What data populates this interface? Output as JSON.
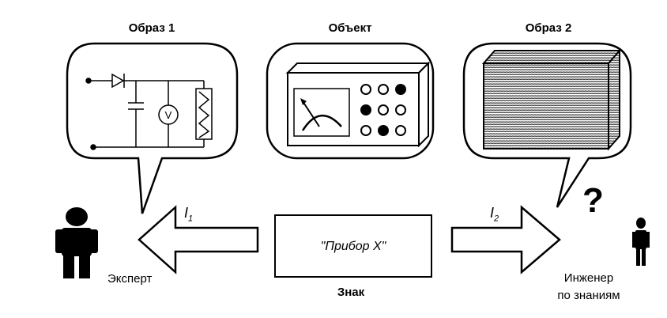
{
  "labels": {
    "image1": "Образ 1",
    "object": "Объект",
    "image2": "Образ 2",
    "expert": "Эксперт",
    "engineer_line1": "Инженер",
    "engineer_line2": "по знаниям",
    "sign_title": "Знак",
    "sign_text": "\"Прибор X\"",
    "i1_letter": "I",
    "i1_sub": "1",
    "i2_letter": "I",
    "i2_sub": "2",
    "question": "?"
  },
  "colors": {
    "ink": "#000000",
    "paper": "#ffffff",
    "hatch": "#555555"
  },
  "icons": {
    "expert": "person-icon",
    "engineer": "person-icon",
    "device": "measuring-device-icon",
    "circuit": "electric-circuit-icon",
    "block": "hatched-block-icon"
  }
}
